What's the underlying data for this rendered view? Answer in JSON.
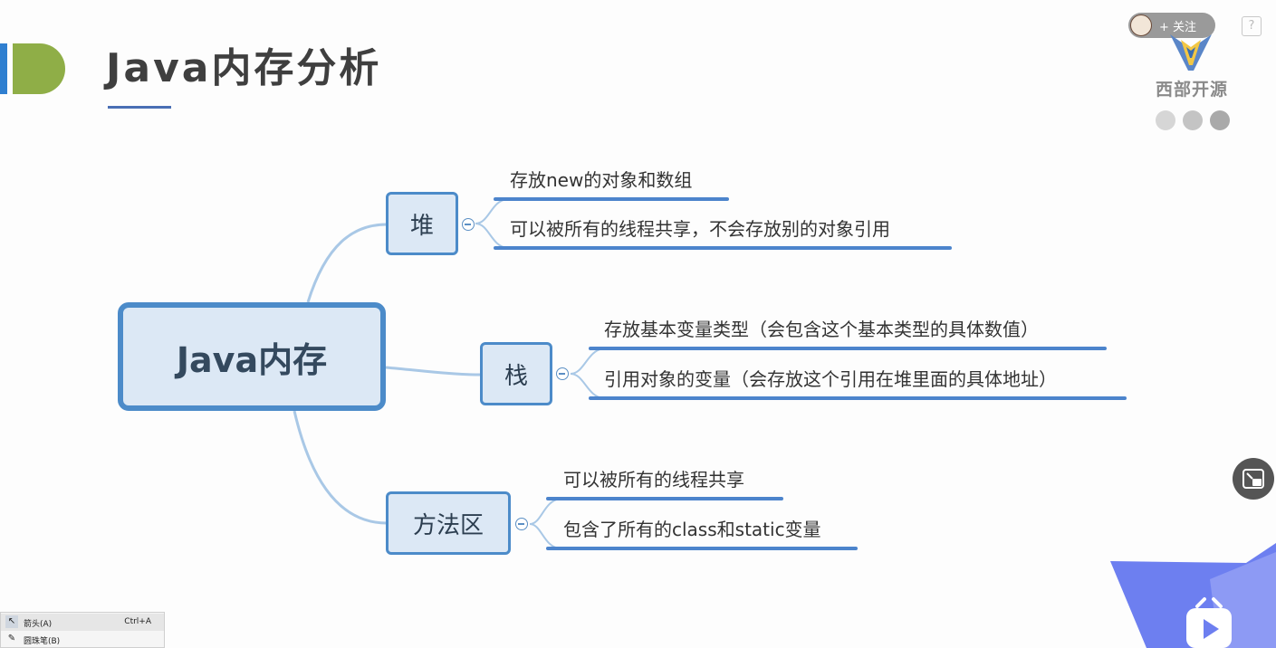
{
  "slide": {
    "title": "Java内存分析"
  },
  "overlay": {
    "follow_label": "+ 关注",
    "help_label": "?",
    "logo_text": "西部开源",
    "pager_dots": [
      "#d6d6d6",
      "#c4c4c4",
      "#a9a9a9"
    ]
  },
  "mindmap": {
    "root": "Java内存",
    "branches": [
      {
        "label": "堆",
        "items": [
          "存放new的对象和数组",
          "可以被所有的线程共享，不会存放别的对象引用"
        ]
      },
      {
        "label": "栈",
        "items": [
          "存放基本变量类型（会包含这个基本类型的具体数值）",
          "引用对象的变量（会存放这个引用在堆里面的具体地址）"
        ]
      },
      {
        "label": "方法区",
        "items": [
          "可以被所有的线程共享",
          "包含了所有的class和static变量"
        ]
      }
    ]
  },
  "icons": {
    "pip": "picture-in-picture-icon",
    "tv": "tv-play-icon",
    "arrow": "cursor-arrow-icon",
    "pen": "pen-icon",
    "help": "help-icon"
  },
  "context_menu": {
    "items": [
      {
        "label": "箭头(A)",
        "shortcut": "Ctrl+A"
      },
      {
        "label": "圆珠笔(B)",
        "shortcut": ""
      }
    ]
  },
  "colors": {
    "accent_blue": "#4c8bc9",
    "accent_green": "#8fae47",
    "node_fill": "#dce8f5"
  }
}
